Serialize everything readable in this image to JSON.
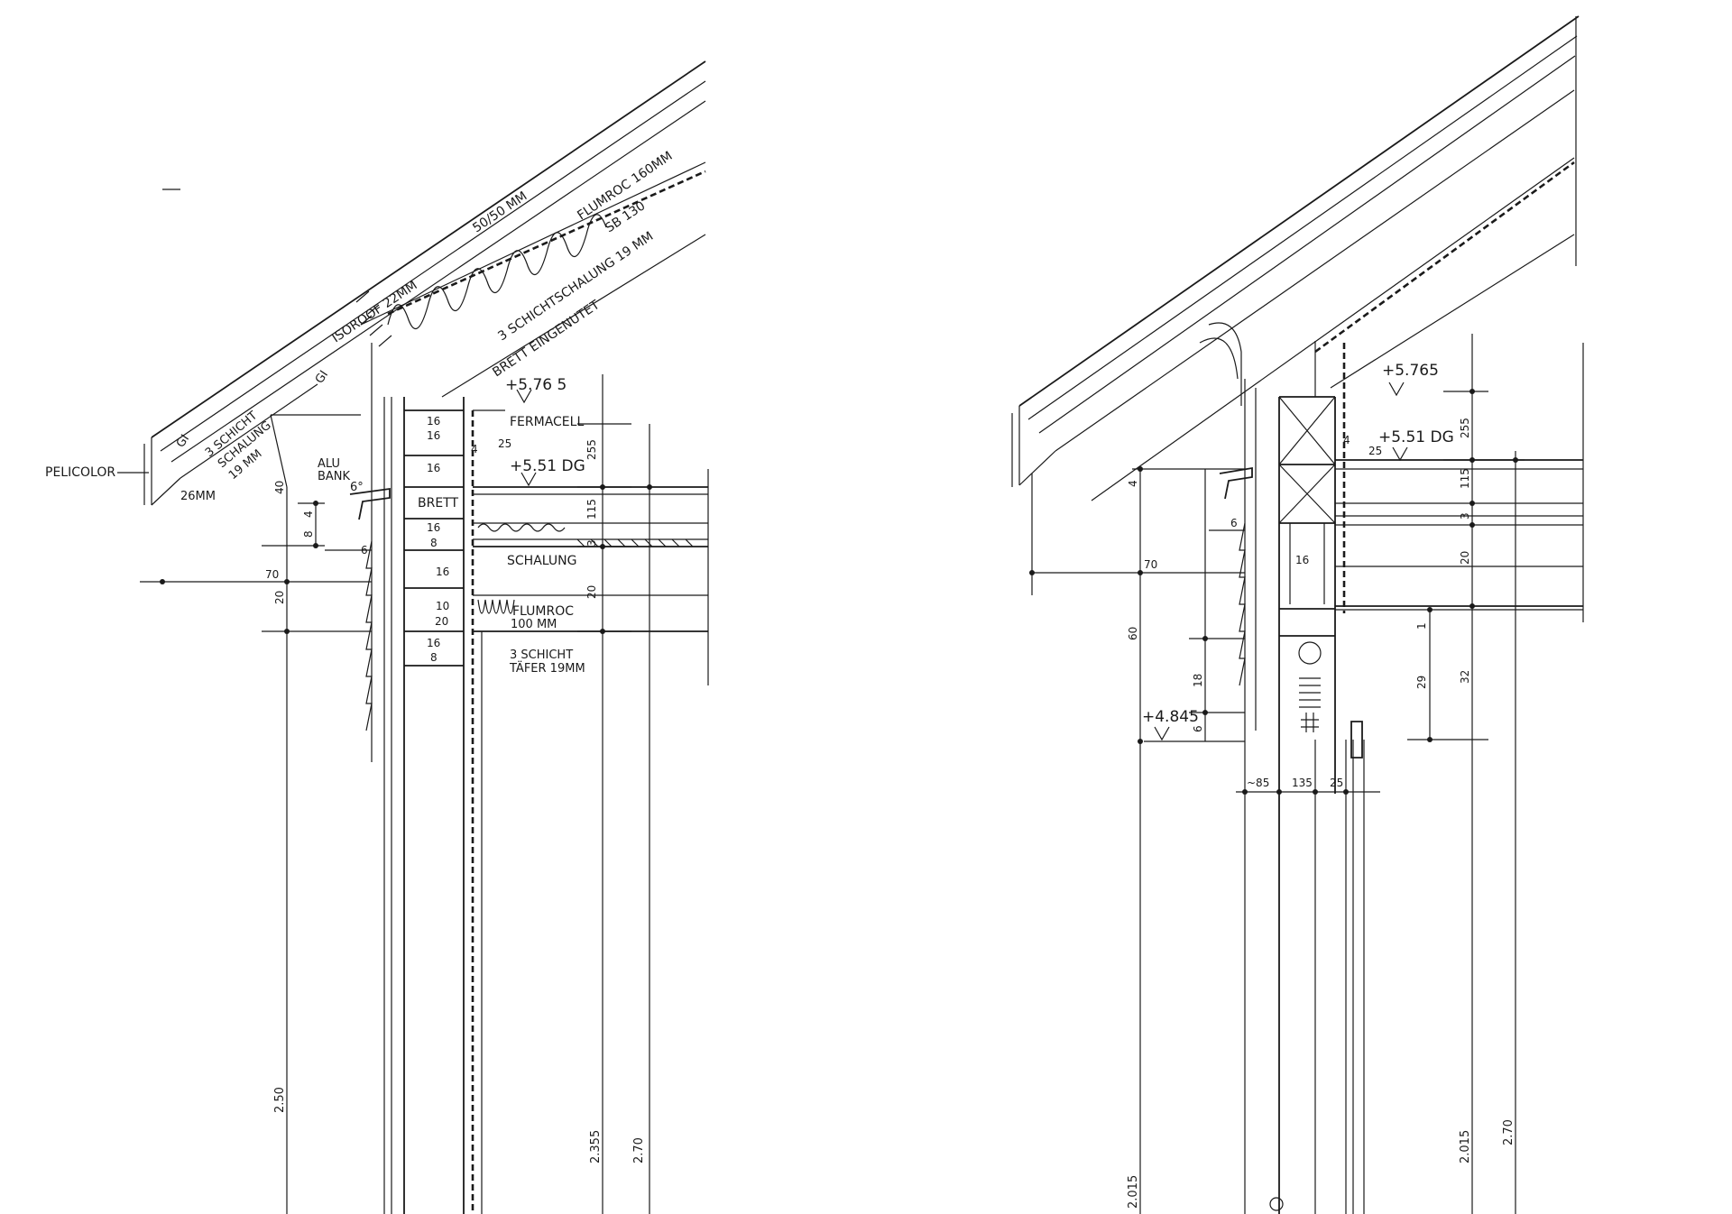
{
  "left_detail": {
    "labels": {
      "isoroof": "ISOROOF 22MM",
      "batten": "50/50 MM",
      "flumroc160": "FLUMROC 160MM",
      "sb130": "SB 130",
      "schichtschalung": "3 SCHICHTSCHALUNG 19 MM",
      "brett_eingenutet": "BRETT EINGENUTET",
      "gi_upper": "GI",
      "gi_lower": "GI",
      "schicht_1": "3 SCHICHT",
      "schicht_2": "SCHALUNG",
      "schicht_3": "19 MM",
      "pelicolor": "PELICOLOR",
      "mm26": "26MM",
      "alu": "ALU",
      "bank": "BANK",
      "deg6": "6°",
      "fermacell": "FERMACELL",
      "brett": "BRETT",
      "schalung": "SCHALUNG",
      "flumroc_a": "FLUMROC",
      "flumroc_b": "100 MM",
      "tafer_a": "3 SCHICHT",
      "tafer_b": "TÄFER 19MM"
    },
    "levels": {
      "l576": "+5.76 5",
      "l551": "+5.51 DG"
    },
    "timbers": {
      "t1_top": "16",
      "t1_bot": "16",
      "t2": "16",
      "t3_top": "16",
      "t3_bot": "8",
      "t4": "16",
      "t5_top": "10",
      "t5_bot": "20",
      "t6_top": "16",
      "t6_bot": "8"
    },
    "dims": {
      "d4_top": "4",
      "d25": "25",
      "d255": "255",
      "d115": "115",
      "d3": "3",
      "d20_right": "20",
      "d40": "40",
      "d4": "4",
      "d8": "8",
      "d6": "6",
      "d70": "70",
      "d20_left": "20",
      "d250": "2.50",
      "d2355": "2.355",
      "d270": "2.70"
    }
  },
  "right_detail": {
    "levels": {
      "l576": "+5.765",
      "l551": "+5.51 DG",
      "l4845": "+4.845"
    },
    "timbers": {
      "t16": "16"
    },
    "dims": {
      "d4_top": "4",
      "d25": "25",
      "d255": "255",
      "d115": "115",
      "d3": "3",
      "d20": "20",
      "d1": "1",
      "d29": "29",
      "d32": "32",
      "d4_left": "4",
      "d6_upper": "6",
      "d70": "70",
      "d60": "60",
      "d18": "18",
      "d6_lower": "6",
      "d85": "~85",
      "d135": "135",
      "d25_bottom": "25",
      "d2015_left": "2.015",
      "d2015_right": "2.015",
      "d270": "2.70"
    }
  }
}
